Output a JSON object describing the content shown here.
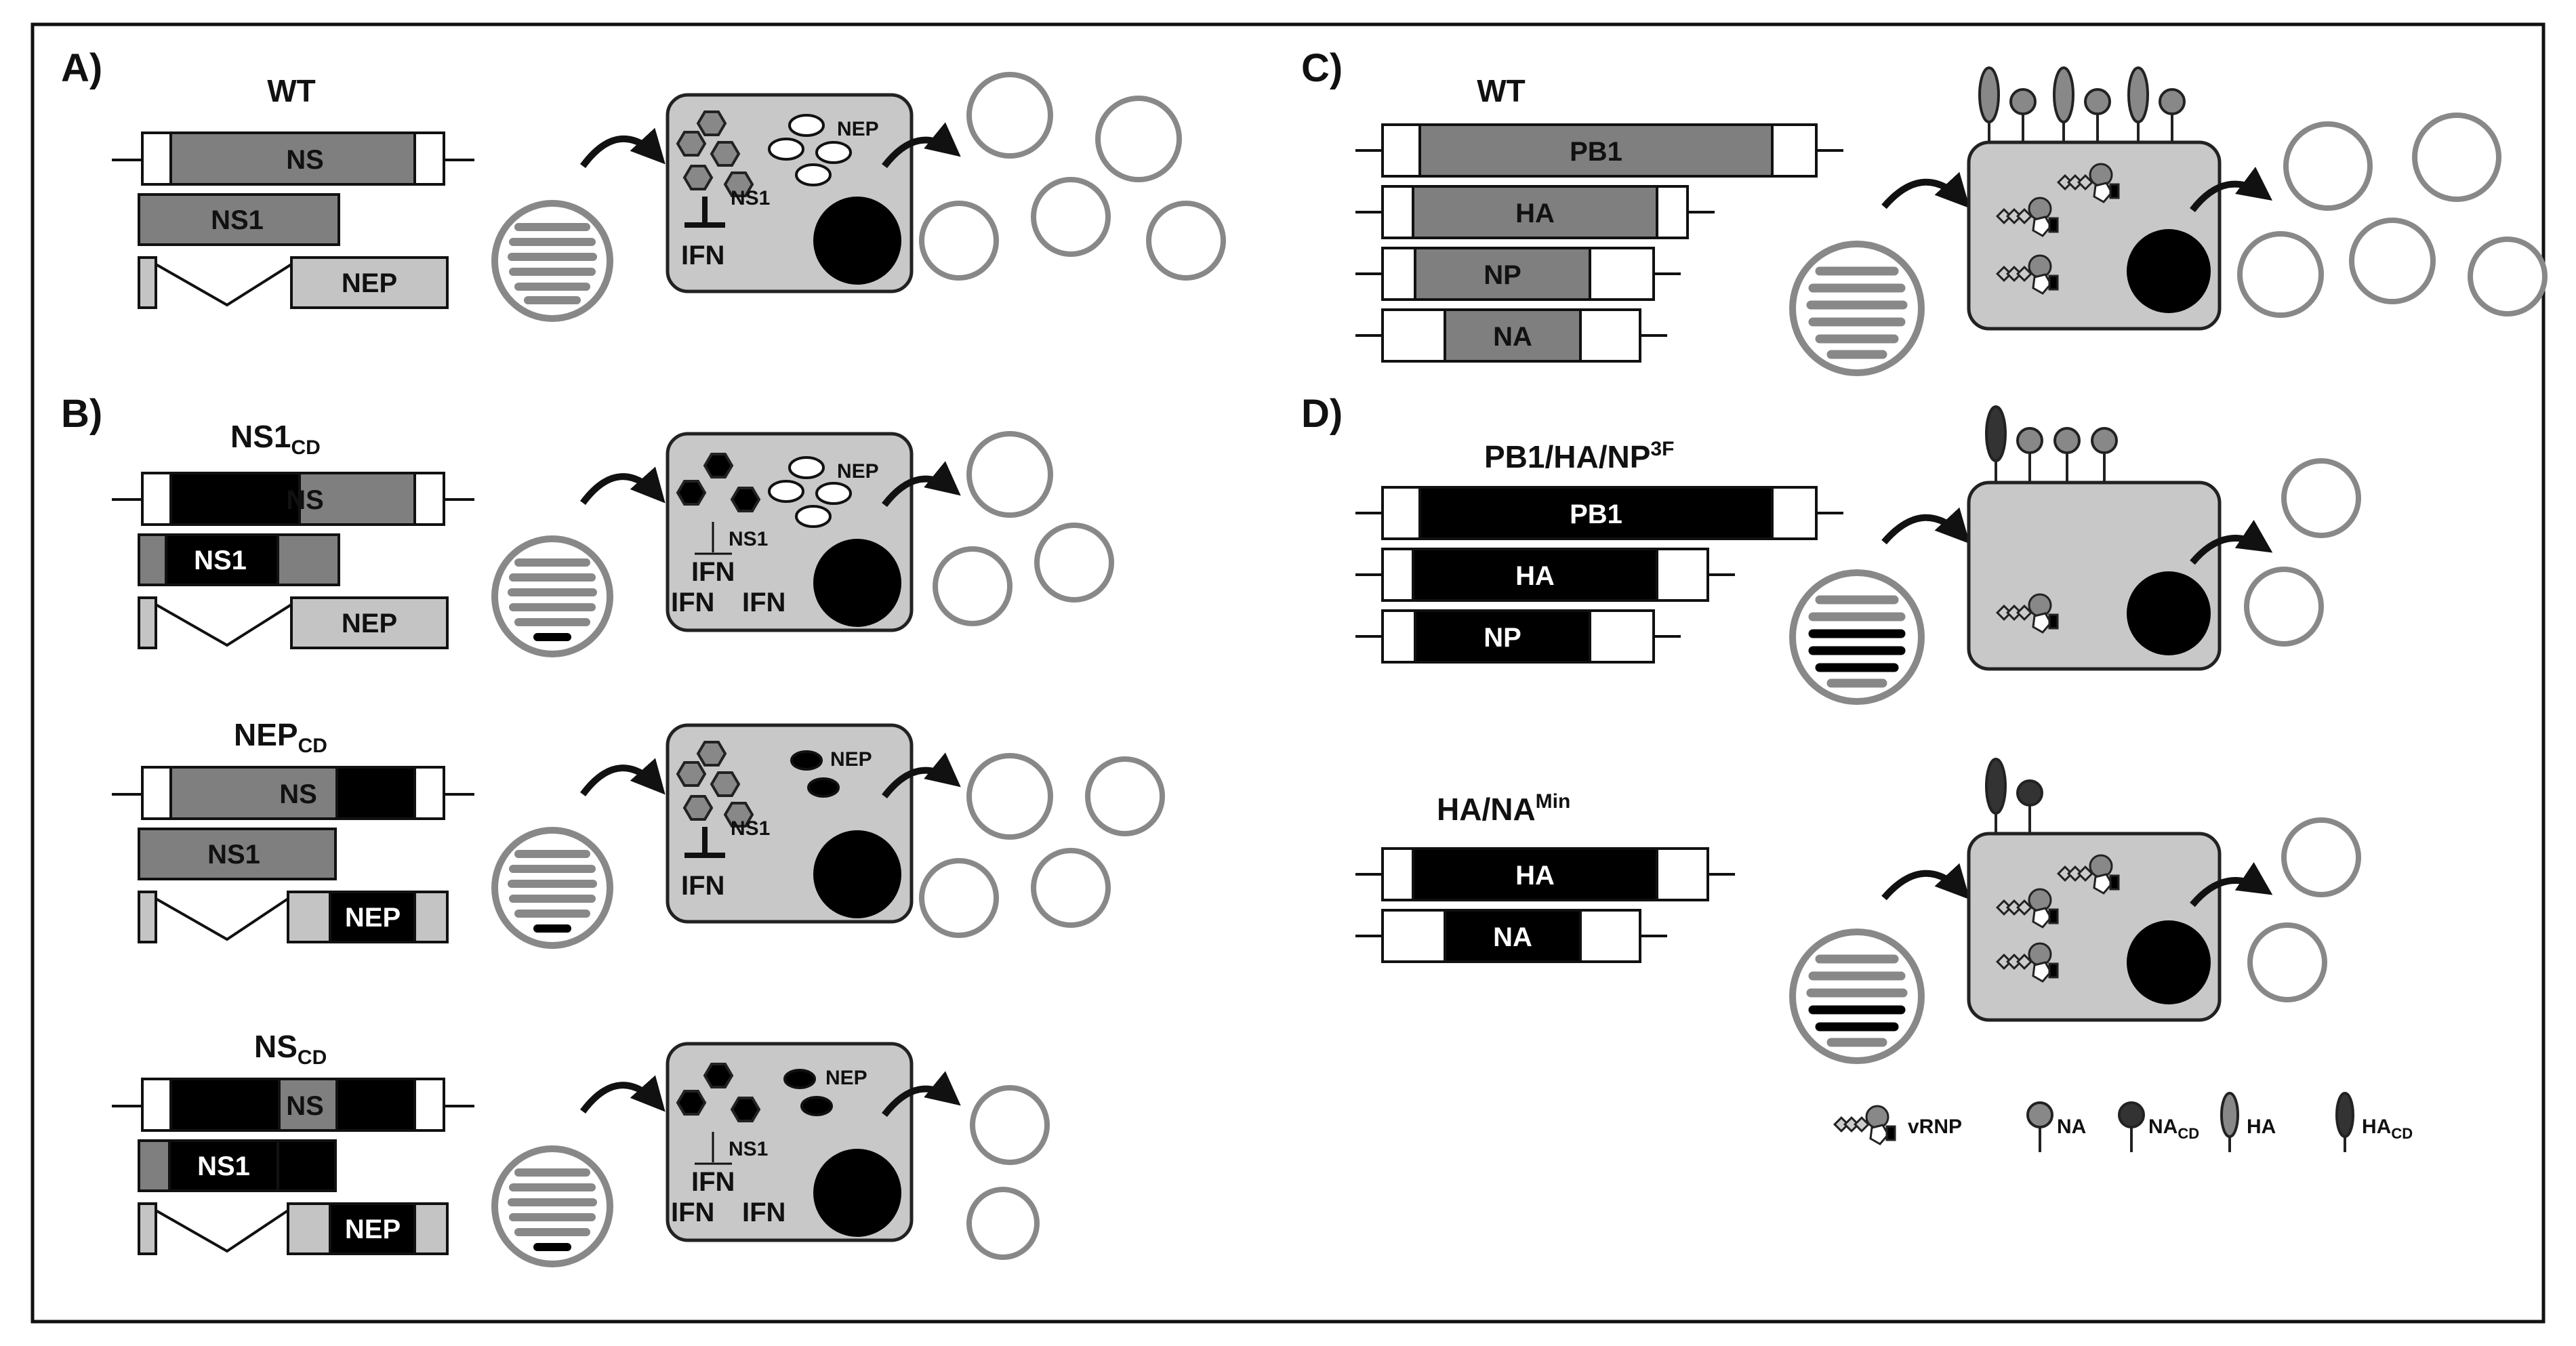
{
  "colors": {
    "gray_dark": "#7f7f7f",
    "gray_light": "#c4c4c4",
    "cell": "#c8c8c8",
    "black": "#000000",
    "white": "#ffffff",
    "stroke": "#222222"
  },
  "panels": {
    "a": {
      "letter": "A)",
      "title": "WT",
      "seg_ns": "NS",
      "seg_ns1": "NS1",
      "seg_nep": "NEP",
      "cell_nep": "NEP",
      "cell_ns1": "NS1",
      "cell_ifn": "IFN"
    },
    "b1": {
      "letter": "B)",
      "title_main": "NS1",
      "title_sub": "CD",
      "seg_ns": "NS",
      "seg_ns1": "NS1",
      "seg_nep": "NEP",
      "cell_nep": "NEP",
      "cell_ns1": "NS1",
      "cell_ifn_top": "IFN",
      "cell_ifn_left": "IFN",
      "cell_ifn_right": "IFN"
    },
    "b2": {
      "title_main": "NEP",
      "title_sub": "CD",
      "seg_ns": "NS",
      "seg_ns1": "NS1",
      "seg_nep": "NEP",
      "cell_nep": "NEP",
      "cell_ns1": "NS1",
      "cell_ifn": "IFN"
    },
    "b3": {
      "title_main": "NS",
      "title_sub": "CD",
      "seg_ns": "NS",
      "seg_ns1": "NS1",
      "seg_nep": "NEP",
      "cell_nep": "NEP",
      "cell_ns1": "NS1",
      "cell_ifn_top": "IFN",
      "cell_ifn_left": "IFN",
      "cell_ifn_right": "IFN"
    },
    "c": {
      "letter": "C)",
      "title": "WT",
      "seg_pb1": "PB1",
      "seg_ha": "HA",
      "seg_np": "NP",
      "seg_na": "NA"
    },
    "d1": {
      "letter": "D)",
      "title_main": "PB1/HA/NP",
      "title_sup": "3F",
      "seg_pb1": "PB1",
      "seg_ha": "HA",
      "seg_np": "NP"
    },
    "d2": {
      "title_main": "HA/NA",
      "title_sup": "Min",
      "seg_ha": "HA",
      "seg_na": "NA"
    }
  },
  "legend": {
    "vrnp": "vRNP",
    "na": "NA",
    "na_cd_main": "NA",
    "na_cd_sub": "CD",
    "ha": "HA",
    "ha_cd_main": "HA",
    "ha_cd_sub": "CD"
  },
  "icons": [
    "curved-arrow-icon",
    "virion-icon",
    "cell-icon",
    "nucleus-icon",
    "hexagon-icon",
    "vrnp-icon",
    "na-spike-icon",
    "ha-spike-icon"
  ]
}
